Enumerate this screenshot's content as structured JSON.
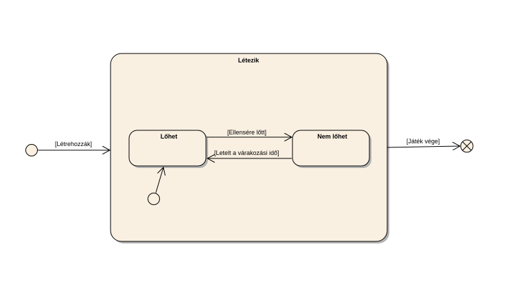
{
  "composite_state": {
    "name": "Létezik"
  },
  "states": {
    "lohet": {
      "name": "Lőhet"
    },
    "nem_lohet": {
      "name": "Nem lőhet"
    }
  },
  "transitions": {
    "create": {
      "guard": "[Létrehozzák]"
    },
    "enemy_shot": {
      "guard": "[Ellensére lőtt]"
    },
    "wait_over": {
      "guard": "[Letelt a várakozási idő]"
    },
    "game_over": {
      "guard": "[Játék vége]"
    }
  },
  "colors": {
    "state_fill": "#f9f0e2",
    "stroke": "#000000",
    "shadow": "#b3b3b3"
  }
}
